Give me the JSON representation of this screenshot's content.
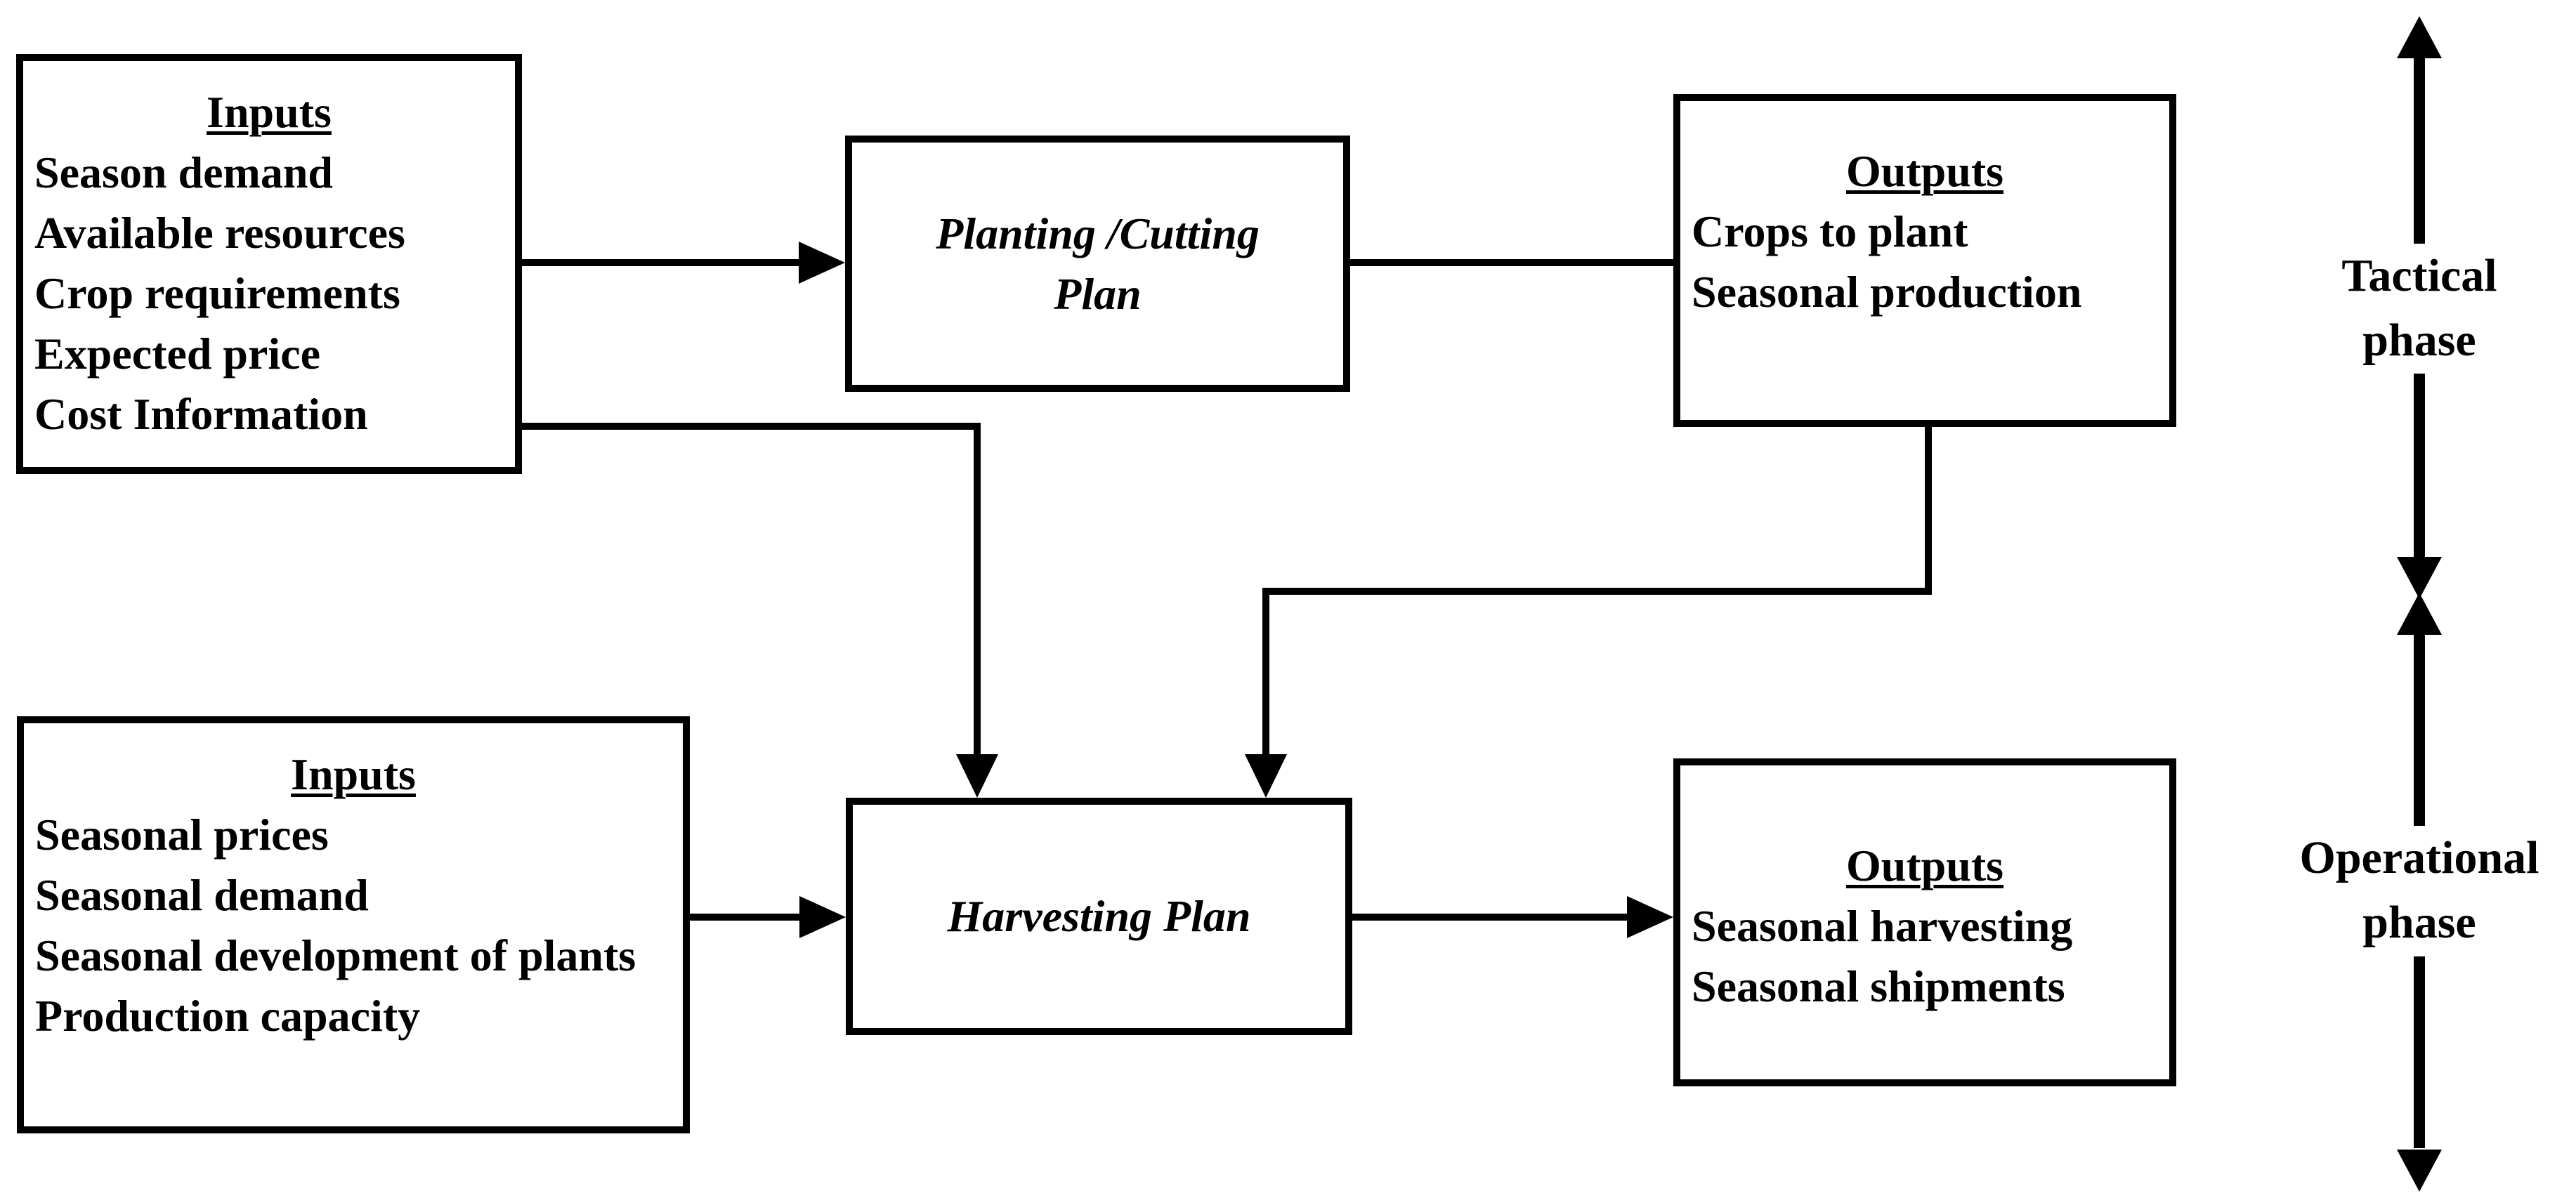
{
  "diagram": {
    "boxes": {
      "inputs_tactical": {
        "heading": "Inputs",
        "items": [
          "Season demand",
          "Available resources",
          "Crop requirements",
          "Expected price",
          "Cost Information"
        ]
      },
      "planting_plan": {
        "lines": [
          "Planting /Cutting",
          "Plan"
        ]
      },
      "outputs_tactical": {
        "heading": "Outputs",
        "items": [
          "Crops to plant",
          "Seasonal production"
        ]
      },
      "inputs_operational": {
        "heading": "Inputs",
        "items": [
          "Seasonal prices",
          "Seasonal demand",
          "Seasonal development of plants",
          "Production capacity"
        ]
      },
      "harvesting_plan": {
        "label": "Harvesting Plan"
      },
      "outputs_operational": {
        "heading": "Outputs",
        "items": [
          "Seasonal harvesting",
          "Seasonal shipments"
        ]
      }
    },
    "phases": {
      "tactical": {
        "line1": "Tactical",
        "line2": "phase"
      },
      "operational": {
        "line1": "Operational",
        "line2": "phase"
      }
    },
    "colors": {
      "ink": "#000000",
      "background": "#ffffff"
    }
  }
}
